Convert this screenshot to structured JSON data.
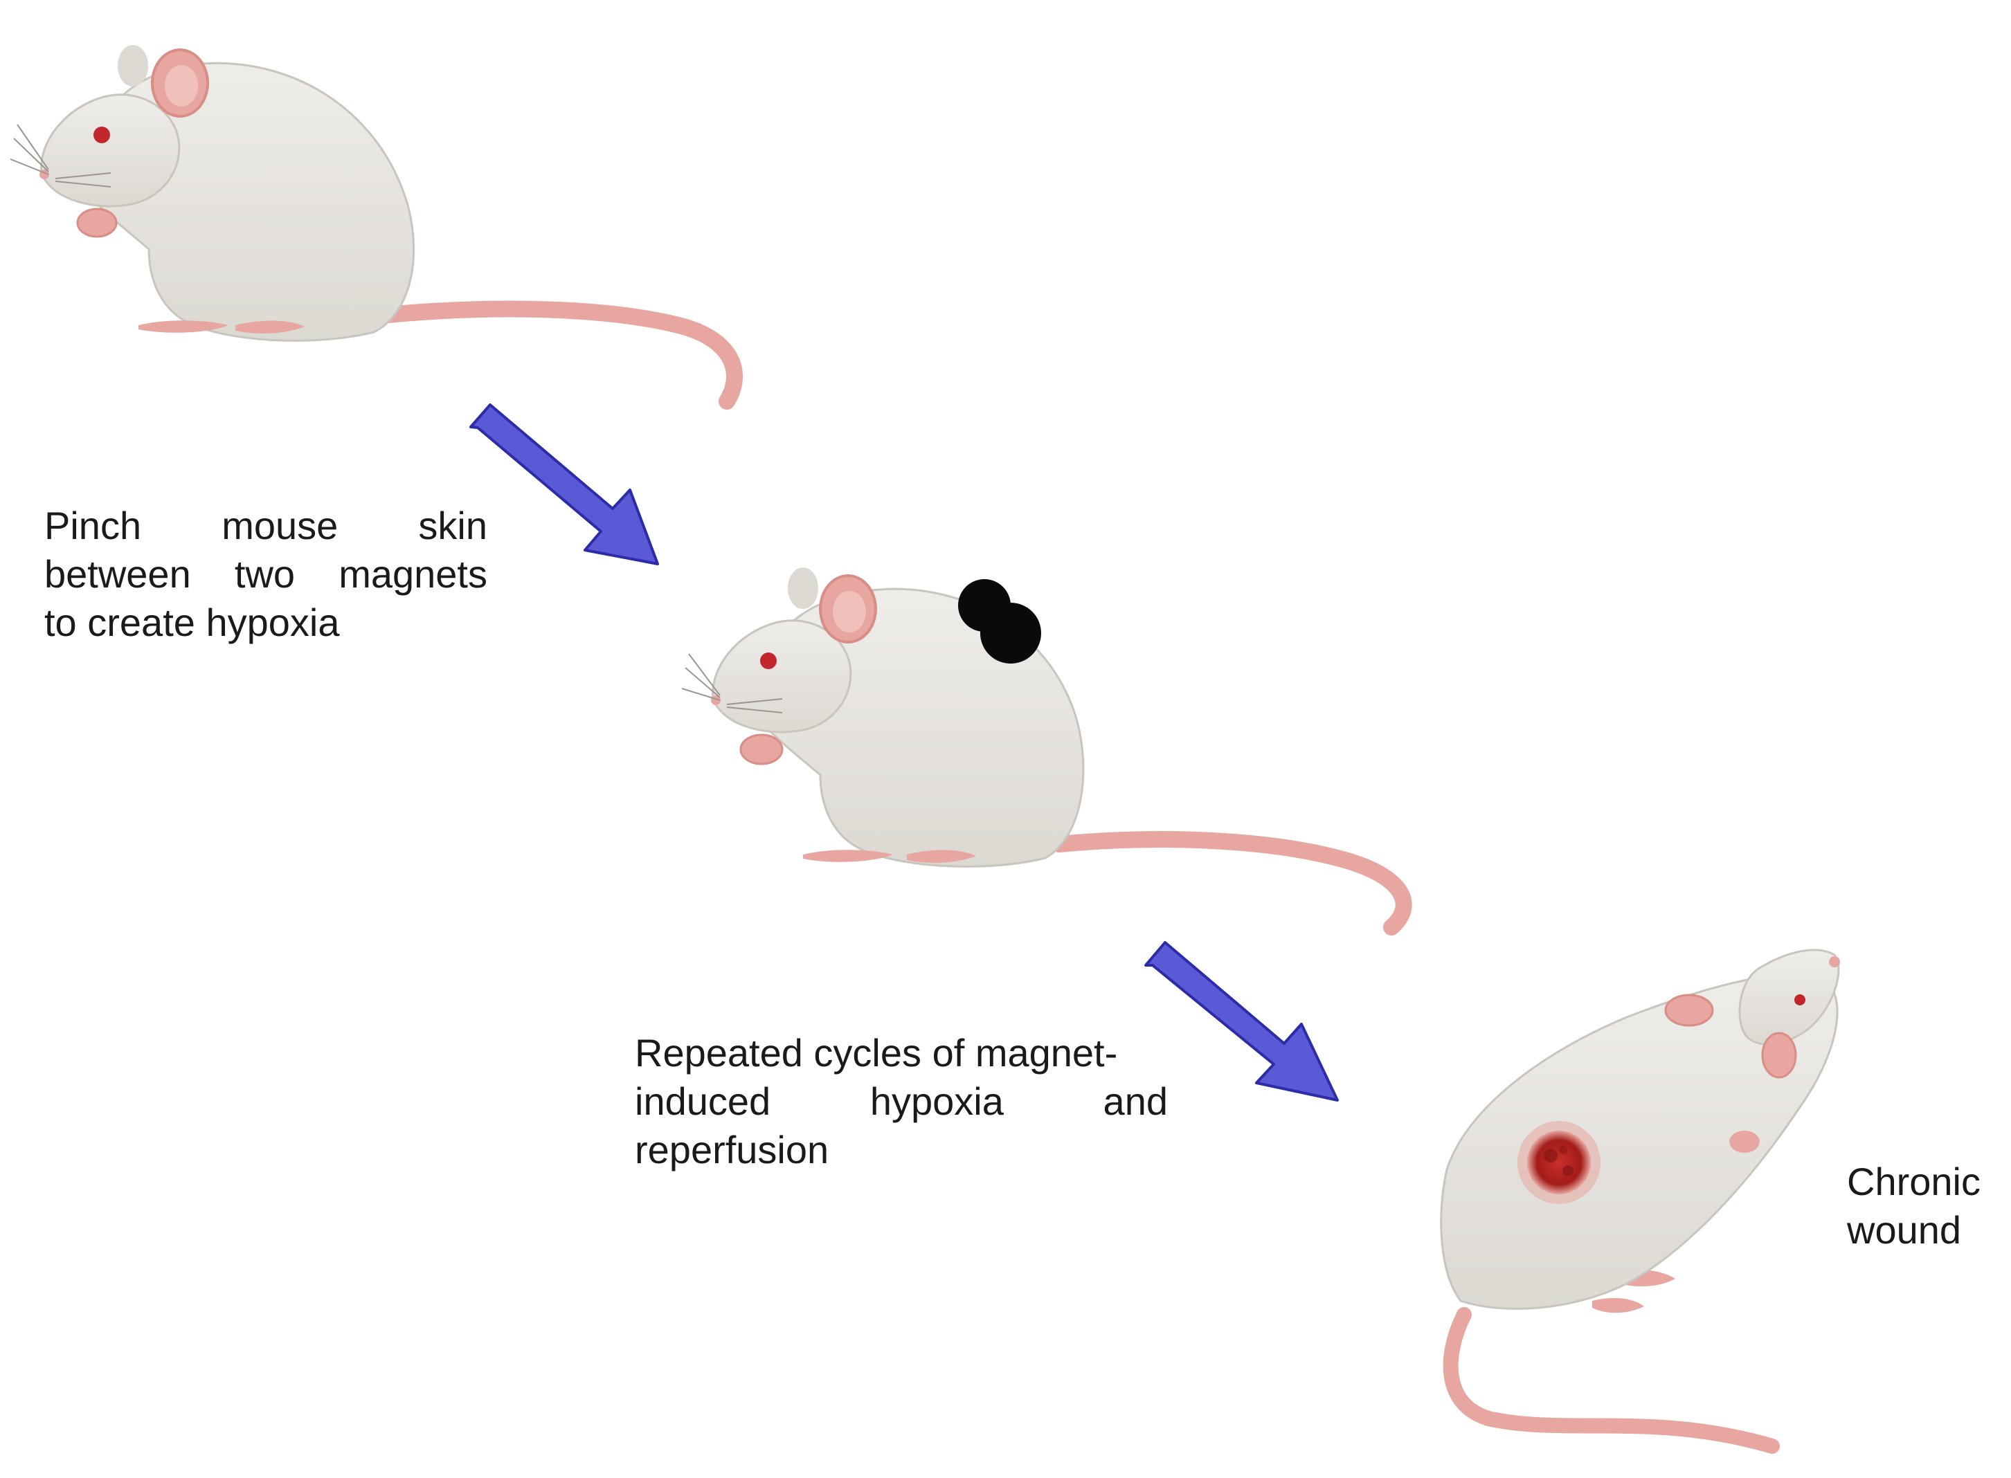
{
  "steps": [
    {
      "label": "step-pinch-skin",
      "caption_lines": [
        [
          "Pinch",
          "mouse",
          "skin"
        ],
        [
          "between",
          "two",
          "magnets"
        ],
        [
          "to create hypoxia"
        ]
      ]
    },
    {
      "label": "step-hypoxia-reperfusion",
      "caption_lines": [
        [
          "Repeated cycles of magnet-"
        ],
        [
          "induced",
          "hypoxia",
          "and"
        ],
        [
          "reperfusion"
        ]
      ]
    }
  ],
  "outcome": {
    "caption_lines": [
      "Chronic",
      "wound"
    ]
  },
  "colors": {
    "arrow_fill": "#5a5ad6",
    "arrow_stroke": "#2c2ca8",
    "fur": "#e9e7e3",
    "fur_shadow": "#d6d3cd",
    "pink": "#e7a7a0",
    "pink_dark": "#d88d85",
    "magnet": "#0a0a0a",
    "wound": "#b3231f",
    "wound_dark": "#7f1412",
    "eye": "#c0262b"
  },
  "icons": [
    "mouse-icon",
    "mouse-with-magnet-icon",
    "mouse-with-wound-icon",
    "arrow-icon"
  ]
}
